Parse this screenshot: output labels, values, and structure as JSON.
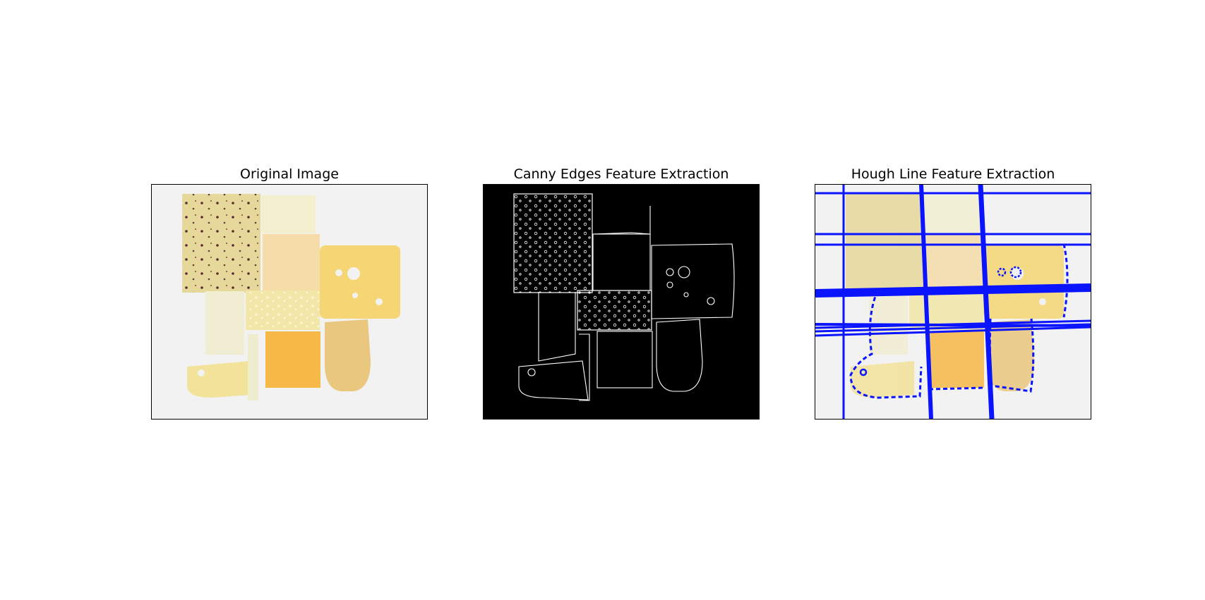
{
  "panels": [
    {
      "title": "Original Image",
      "content": "cheese-collage-photo"
    },
    {
      "title": "Canny Edges Feature Extraction",
      "content": "edge-map"
    },
    {
      "title": "Hough Line Feature Extraction",
      "content": "photo-with-blue-line-overlay"
    }
  ],
  "colors": {
    "canvas": "#ffffff",
    "photo_background": "#f2f2f2",
    "edge_background": "#000000",
    "edge_lines": "#ffffff",
    "hough_lines": "#0a14ff"
  }
}
